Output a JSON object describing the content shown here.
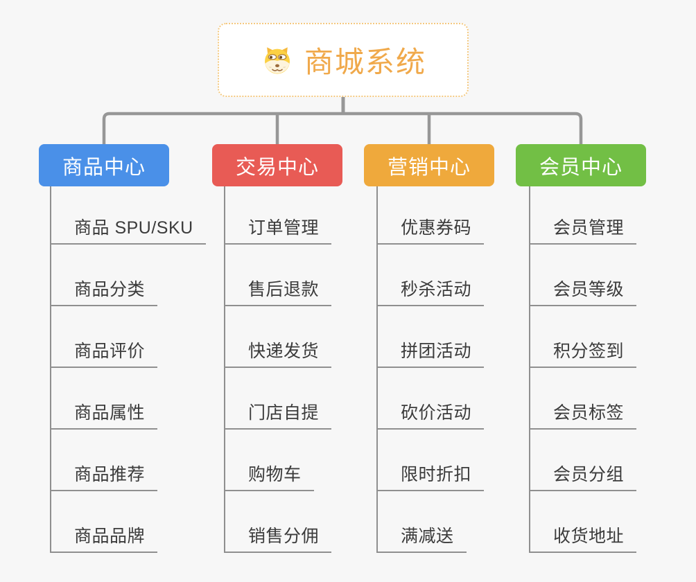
{
  "page": {
    "background_color": "#f7f7f7",
    "connector_color": "#979797",
    "leaf_line_color": "#8f8f8f",
    "leaf_text_color": "#3b3b3b"
  },
  "root": {
    "title": "商城系统",
    "icon": "shiba-dog-icon",
    "text_color": "#f0a94b",
    "border_color": "#f4c87e",
    "background": "#ffffff"
  },
  "branches": [
    {
      "label": "商品中心",
      "color": "#4a90e8",
      "children": [
        "商品 SPU/SKU",
        "商品分类",
        "商品评价",
        "商品属性",
        "商品推荐",
        "商品品牌"
      ]
    },
    {
      "label": "交易中心",
      "color": "#e85b55",
      "children": [
        "订单管理",
        "售后退款",
        "快递发货",
        "门店自提",
        "购物车",
        "销售分佣"
      ]
    },
    {
      "label": "营销中心",
      "color": "#efa93c",
      "children": [
        "优惠券码",
        "秒杀活动",
        "拼团活动",
        "砍价活动",
        "限时折扣",
        "满减送"
      ]
    },
    {
      "label": "会员中心",
      "color": "#72bf45",
      "children": [
        "会员管理",
        "会员等级",
        "积分签到",
        "会员标签",
        "会员分组",
        "收货地址"
      ]
    }
  ]
}
